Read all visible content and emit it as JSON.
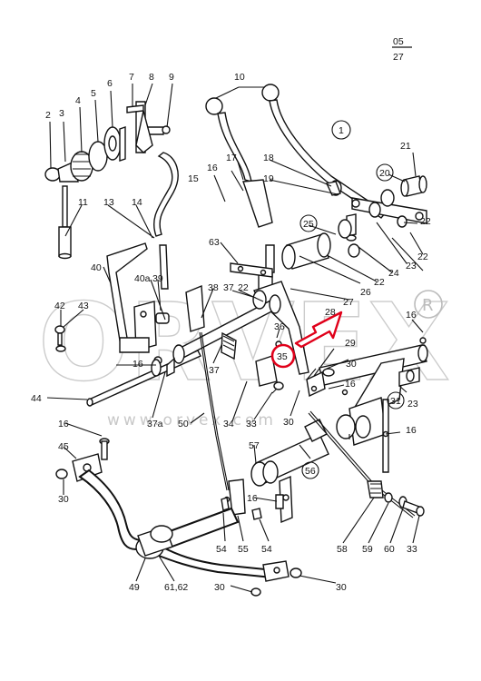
{
  "sheet": {
    "page": "05",
    "total": "27"
  },
  "watermark": {
    "logo": "ORVEX",
    "url": "www.orvex.com"
  },
  "highlight": {
    "part": "35",
    "color": "#e0001a"
  },
  "callouts": {
    "c1": "1",
    "c2": "2",
    "c3": "3",
    "c4": "4",
    "c5": "5",
    "c6": "6",
    "c7": "7",
    "c8": "8",
    "c9": "9",
    "c10": "10",
    "c11": "11",
    "c13": "13",
    "c14": "14",
    "c15": "15",
    "c16a": "16",
    "c16b": "16",
    "c16c": "16",
    "c16d": "16",
    "c16e": "16",
    "c16f": "16",
    "c16g": "16",
    "c17": "17",
    "c18": "18",
    "c19": "19",
    "c20": "20",
    "c21": "21",
    "c22a": "22",
    "c22b": "22",
    "c22c": "22",
    "c23a": "23",
    "c23b": "23",
    "c24": "24",
    "c25": "25",
    "c26": "26",
    "c27": "27",
    "c28": "28",
    "c29": "29",
    "c30a": "30",
    "c30b": "30",
    "c30c": "30",
    "c30d": "30",
    "c30e": "30",
    "c31": "31",
    "c33a": "33",
    "c33b": "33",
    "c34": "34",
    "c35": "35",
    "c36": "36",
    "c37a": "37",
    "c37b": "37",
    "c37a2": "37a",
    "c38": "38",
    "c39": "39",
    "c40": "40",
    "c40a": "40a",
    "c42": "42",
    "c43": "43",
    "c44": "44",
    "c45": "45",
    "c49": "49",
    "c50": "50",
    "c54a": "54",
    "c54b": "54",
    "c55": "55",
    "c56": "56",
    "c57": "57",
    "c58": "58",
    "c59": "59",
    "c60": "60",
    "c63": "63",
    "c6162": "61,62"
  }
}
